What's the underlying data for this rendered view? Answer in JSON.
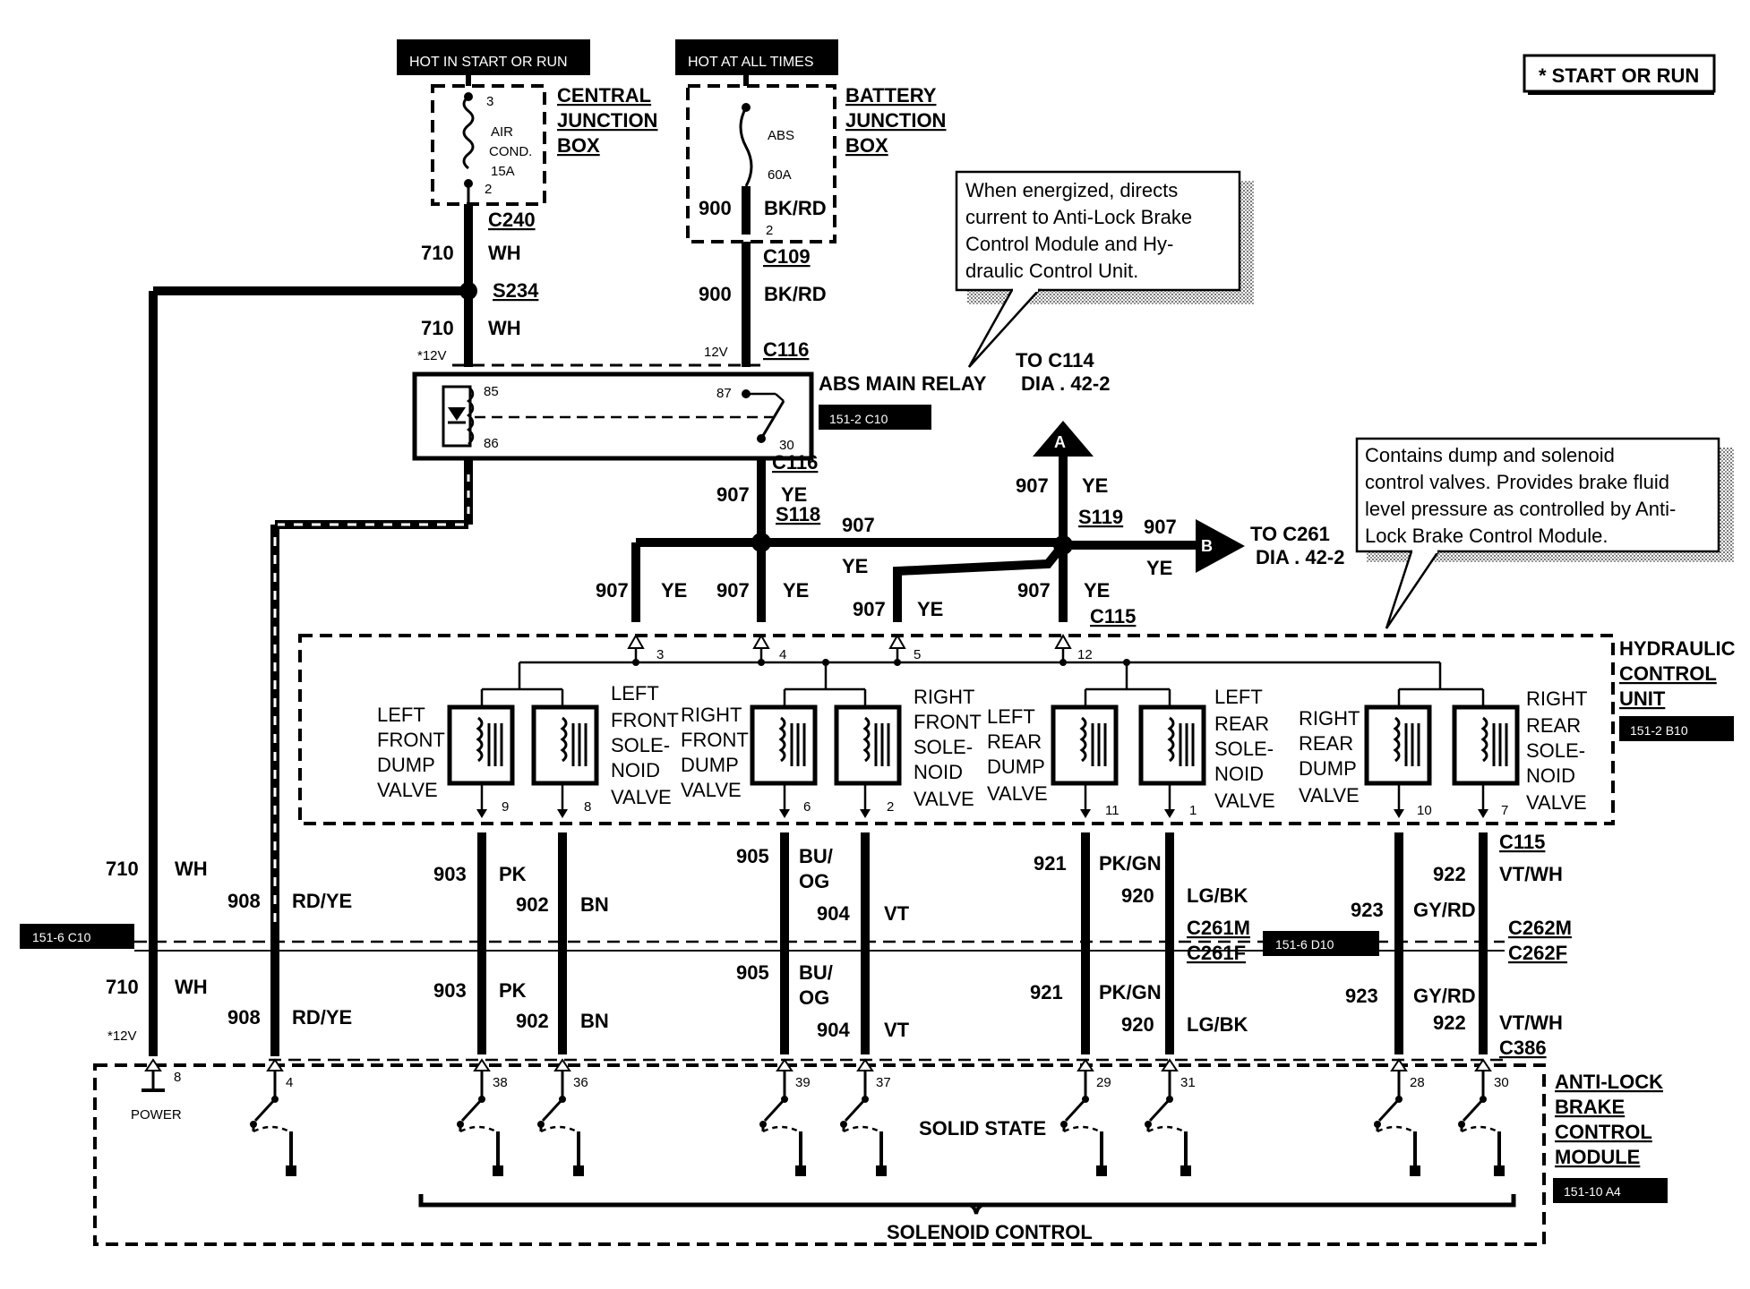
{
  "legend": {
    "start_or_run": "* START OR RUN"
  },
  "power": {
    "hot_start_run": "HOT IN START OR RUN",
    "hot_all_times": "HOT AT ALL TIMES"
  },
  "central_jb": {
    "title": [
      "CENTRAL",
      "JUNCTION",
      "BOX"
    ],
    "fuse": [
      "AIR",
      "COND.",
      "15A"
    ],
    "pin_top": "3",
    "pin_bot": "2",
    "conn": "C240"
  },
  "battery_jb": {
    "title": [
      "BATTERY",
      "JUNCTION",
      "BOX"
    ],
    "fuse": [
      "ABS",
      "60A"
    ],
    "pin_bot": "2",
    "conn": "C109"
  },
  "wires": {
    "w710": "710",
    "wh": "WH",
    "w900": "900",
    "bkrd": "BK/RD",
    "w907": "907",
    "ye": "YE",
    "w908": "908",
    "rdye": "RD/YE",
    "w903": "903",
    "pk": "PK",
    "w902": "902",
    "bn": "BN",
    "w905": "905",
    "buog1": "BU/",
    "buog2": "OG",
    "w904": "904",
    "vt": "VT",
    "w921": "921",
    "pkgn": "PK/GN",
    "w920": "920",
    "lgbk": "LG/BK",
    "w923": "923",
    "gyrd": "GY/RD",
    "w922": "922",
    "vtwh": "VT/WH"
  },
  "splices": {
    "s234": "S234",
    "s118": "S118",
    "s119": "S119"
  },
  "connectors": {
    "c116": "C116",
    "c115": "C115",
    "c261m": "C261M",
    "c261f": "C261F",
    "c262m": "C262M",
    "c262f": "C262F",
    "c386": "C386"
  },
  "voltage": {
    "v12a": "*12V",
    "v12b": "12V"
  },
  "relay": {
    "title": "ABS MAIN RELAY",
    "ref": "151-2 C10",
    "p85": "85",
    "p86": "86",
    "p87": "87",
    "p30": "30"
  },
  "callout_relay": [
    "When energized, directs",
    "current to Anti-Lock Brake",
    "Control Module and Hy-",
    "draulic Control Unit."
  ],
  "callout_hcu": [
    "Contains dump and solenoid",
    "control valves.  Provides brake fluid",
    "level pressure as controlled by Anti-",
    "Lock Brake Control Module."
  ],
  "to_c114": {
    "l1": "TO C114",
    "l2": "DIA . 42-2",
    "flag": "A"
  },
  "to_c261": {
    "l1": "TO C261",
    "l2": "DIA . 42-2",
    "flag": "B"
  },
  "hcu": {
    "title": [
      "HYDRAULIC",
      "CONTROL",
      "UNIT"
    ],
    "ref": "151-2 B10",
    "top_pins": [
      "3",
      "4",
      "5",
      "12"
    ],
    "bot_pins": [
      "9",
      "8",
      "6",
      "2",
      "11",
      "1",
      "10",
      "7"
    ],
    "valves": {
      "lfd": [
        "LEFT",
        "FRONT",
        "DUMP",
        "VALVE"
      ],
      "lfs": [
        "LEFT",
        "FRONT",
        "SOLE-",
        "NOID",
        "VALVE"
      ],
      "rfd": [
        "RIGHT",
        "FRONT",
        "DUMP",
        "VALVE"
      ],
      "rfs": [
        "RIGHT",
        "FRONT",
        "SOLE-",
        "NOID",
        "VALVE"
      ],
      "lrd": [
        "LEFT",
        "REAR",
        "DUMP",
        "VALVE"
      ],
      "lrs": [
        "LEFT",
        "REAR",
        "SOLE-",
        "NOID",
        "VALVE"
      ],
      "rrd": [
        "RIGHT",
        "REAR",
        "DUMP",
        "VALVE"
      ],
      "rrs": [
        "RIGHT",
        "REAR",
        "SOLE-",
        "NOID",
        "VALVE"
      ]
    }
  },
  "refs": {
    "r1": "151-6 C10",
    "r2": "151-6 D10"
  },
  "abs_module": {
    "title": [
      "ANTI-LOCK",
      "BRAKE",
      "CONTROL",
      "MODULE"
    ],
    "ref": "151-10 A4",
    "power": "POWER",
    "solid_state": "SOLID STATE",
    "solenoid_control": "SOLENOID CONTROL",
    "pins": [
      "8",
      "4",
      "38",
      "36",
      "39",
      "37",
      "29",
      "31",
      "28",
      "30"
    ]
  }
}
